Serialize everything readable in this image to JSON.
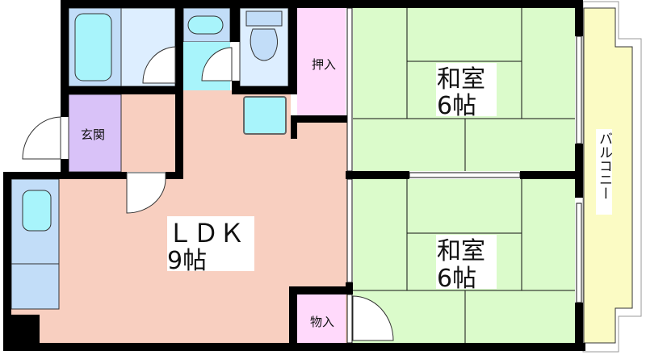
{
  "rooms": {
    "ldk": {
      "name": "ＬＤＫ",
      "size": "9帖"
    },
    "washitsu_top": {
      "name": "和室",
      "size": "6帖"
    },
    "washitsu_bottom": {
      "name": "和室",
      "size": "6帖"
    },
    "oshiire": "押入",
    "monoire": "物入",
    "genkan": "玄関",
    "balcony": "バルコニー"
  },
  "colors": {
    "ldk": "#F8CFC0",
    "washitsu": "#DBFBCB",
    "closet": "#FFD9FB",
    "genkan": "#D9C2F8",
    "bath": "#C2DDF8",
    "wet": "#DDEEFF",
    "cyan": "#A8F4FB",
    "balcony": "#FBFBC4"
  }
}
